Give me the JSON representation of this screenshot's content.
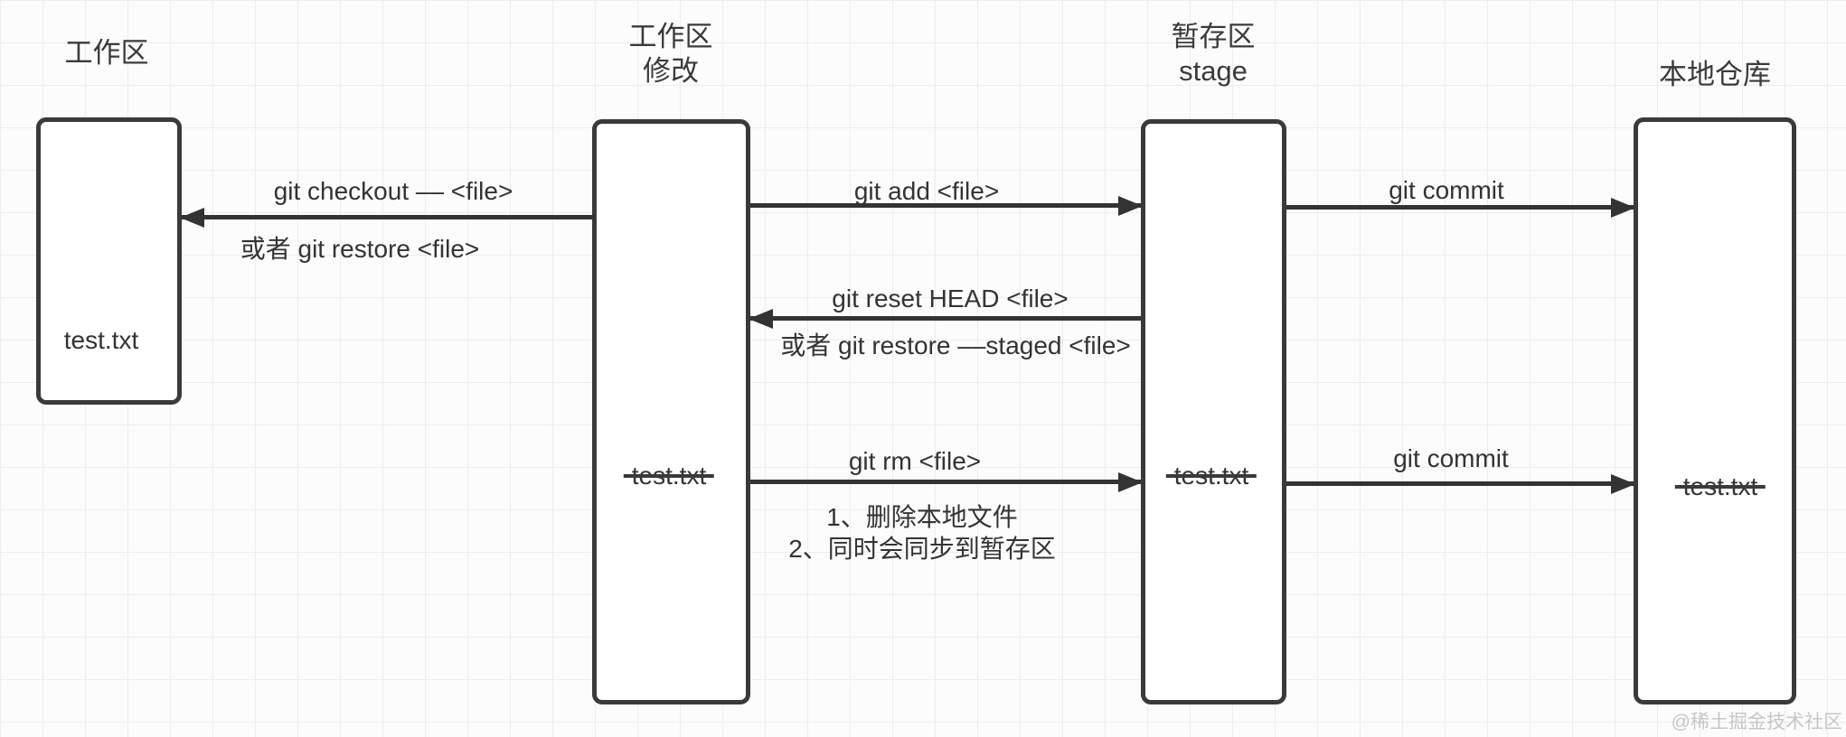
{
  "titles": {
    "workspace": "工作区",
    "workspace_modified_line1": "工作区",
    "workspace_modified_line2": "修改",
    "stage_line1": "暂存区",
    "stage_line2": "stage",
    "local_repo": "本地仓库"
  },
  "files": {
    "workspace": "test.txt",
    "workspace_modified": "test.txt",
    "stage": "test.txt",
    "local_repo": "test.txt"
  },
  "arrows": {
    "checkout": {
      "label": "git checkout –– <file>",
      "alt": "或者 git restore <file>"
    },
    "add": {
      "label": "git add <file>"
    },
    "commit_top": {
      "label": "git commit"
    },
    "reset": {
      "label": "git reset HEAD <file>",
      "alt": "或者 git restore ––staged <file>"
    },
    "rm": {
      "label": "git rm <file>",
      "note1": "1、删除本地文件",
      "note2": "2、同时会同步到暂存区"
    },
    "commit_bottom": {
      "label": "git commit"
    }
  },
  "watermark": "@稀土掘金技术社区",
  "colors": {
    "line": "#3a3a3a",
    "text": "#333333",
    "grid": "#ededed",
    "background": "#fcfcfc",
    "watermark": "#c6c6c6"
  }
}
